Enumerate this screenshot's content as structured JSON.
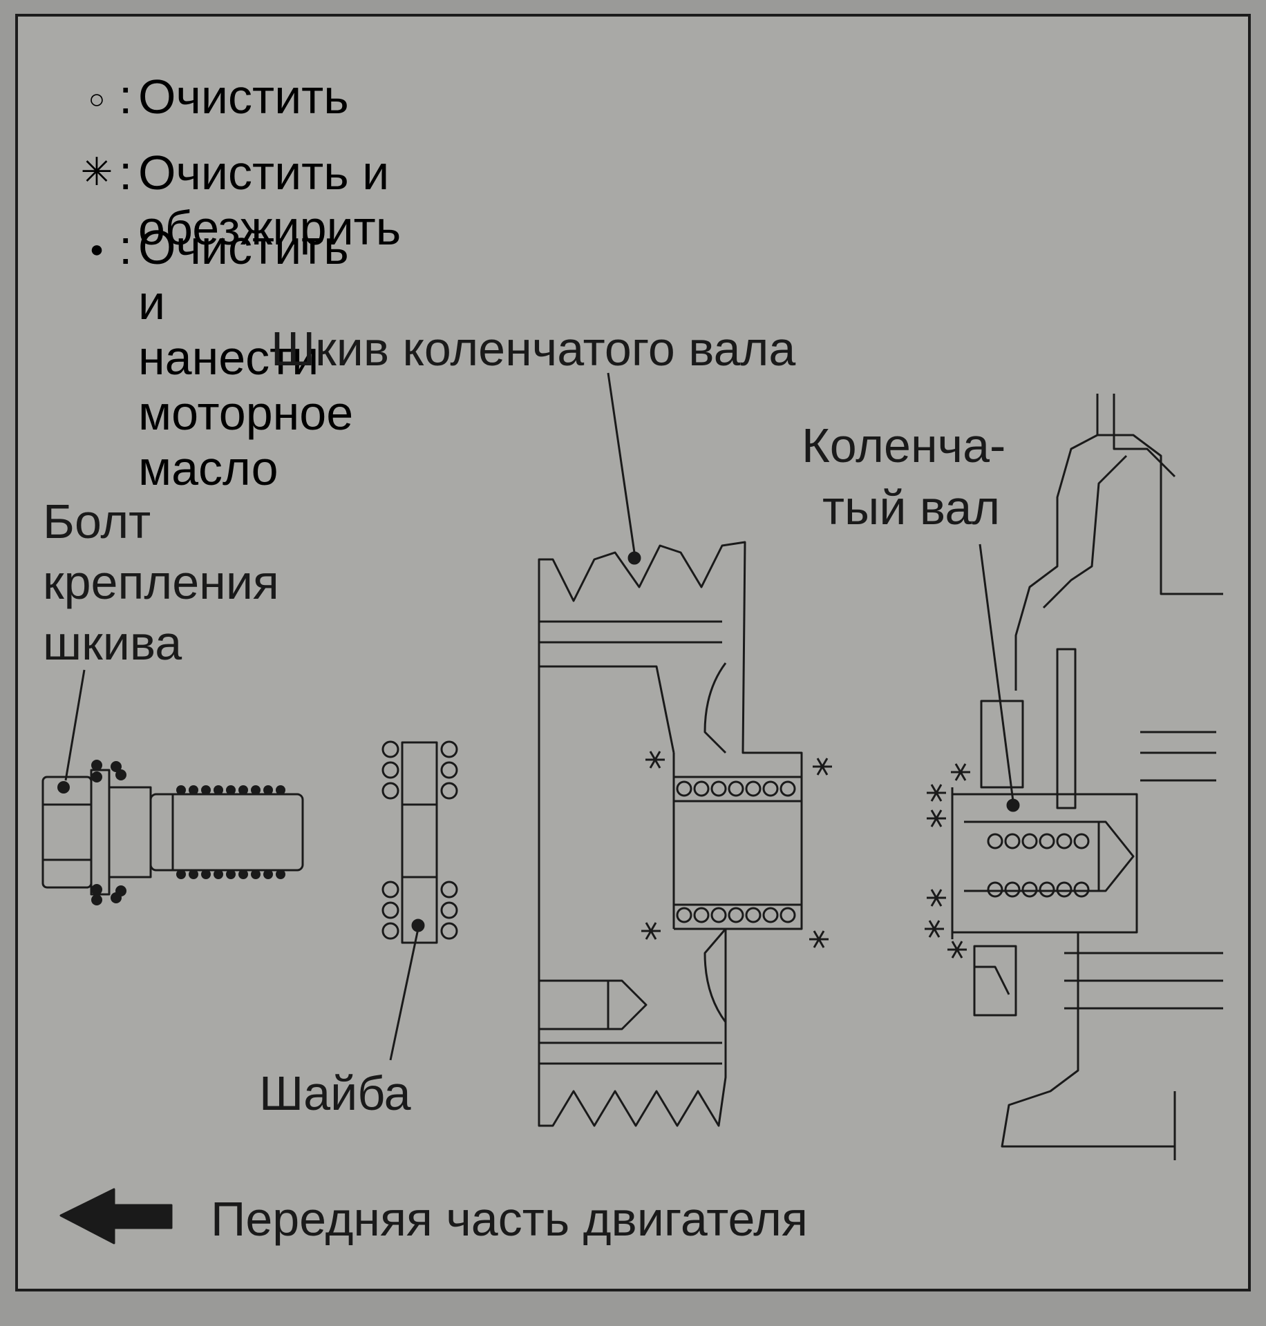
{
  "legend": [
    {
      "symbol": "○",
      "colon": ":",
      "text": "Очистить"
    },
    {
      "symbol": "✳",
      "colon": ":",
      "text": "Очистить и обезжирить"
    },
    {
      "symbol": "●",
      "colon": ":",
      "text": "Очистить и нанести моторное масло"
    }
  ],
  "labels": {
    "pulley": "Шкив коленчатого вала",
    "crankshaft_line1": "Коленча-",
    "crankshaft_line2": "тый вал",
    "bolt_line1": "Болт",
    "bolt_line2": "крепления",
    "bolt_line3": "шкива",
    "washer": "Шайба",
    "front": "Передняя часть двигателя"
  },
  "colors": {
    "paper": "#a9a9a6",
    "ink": "#1a1a1a"
  },
  "icons": {
    "front_arrow": "left-arrow-icon"
  }
}
